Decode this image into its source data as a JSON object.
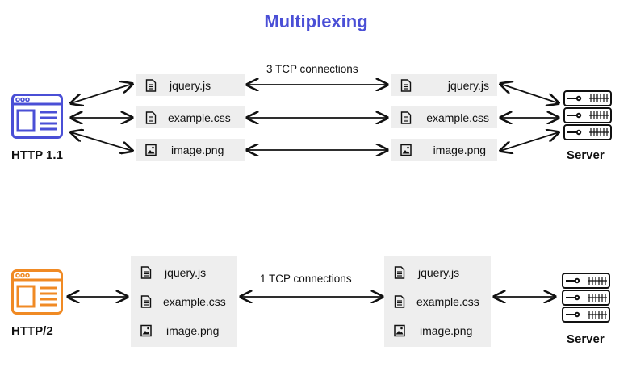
{
  "title": "Multiplexing",
  "http11": {
    "client_label": "HTTP 1.1",
    "server_label": "Server",
    "connection_label": "3 TCP connections",
    "files": [
      "jquery.js",
      "example.css",
      "image.png"
    ]
  },
  "http2": {
    "client_label": "HTTP/2",
    "server_label": "Server",
    "connection_label": "1 TCP connections",
    "files": [
      "jquery.js",
      "example.css",
      "image.png"
    ]
  },
  "colors": {
    "title": "#4a4fd6",
    "http11_browser": "#4a4fd6",
    "http2_browser": "#f08a24",
    "file_bg": "#eeeeee"
  },
  "icons": {
    "browser": "browser-window-icon",
    "server": "server-rack-icon",
    "document": "document-icon",
    "image": "image-icon"
  }
}
